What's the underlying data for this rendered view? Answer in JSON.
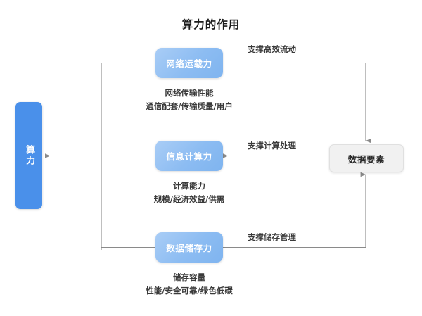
{
  "title": "算力的作用",
  "colors": {
    "compute_box": "#4a90ea",
    "capability_box": "#8cbcf2",
    "data_box": "#f1f1f1",
    "line": "#8a8a8a",
    "text": "#3a3a3a"
  },
  "nodes": {
    "compute": {
      "label": "算力"
    },
    "data": {
      "label": "数据要素"
    },
    "capabilities": [
      {
        "id": "network",
        "label": "网络运载力",
        "caption_line1": "网络传输性能",
        "caption_line2": "通信配套/传输质量/用户",
        "edge_label": "支撑高效流动"
      },
      {
        "id": "compute",
        "label": "信息计算力",
        "caption_line1": "计算能力",
        "caption_line2": "规模/经济效益/供需",
        "edge_label": "支撑计算处理"
      },
      {
        "id": "storage",
        "label": "数据储存力",
        "caption_line1": "储存容量",
        "caption_line2": "性能/安全可靠/绿色低碳",
        "edge_label": "支撑储存管理"
      }
    ]
  },
  "diagram_data": {
    "type": "diagram",
    "layout": "left-to-right flow with three parallel branches",
    "edges": [
      {
        "from": "算力",
        "to": "网络运载力",
        "label": ""
      },
      {
        "from": "算力",
        "to": "信息计算力",
        "label": ""
      },
      {
        "from": "算力",
        "to": "数据储存力",
        "label": ""
      },
      {
        "from": "网络运载力",
        "to": "数据要素",
        "label": "支撑高效流动"
      },
      {
        "from": "信息计算力",
        "to": "数据要素",
        "label": "支撑计算处理"
      },
      {
        "from": "数据储存力",
        "to": "数据要素",
        "label": "支撑储存管理"
      }
    ]
  }
}
